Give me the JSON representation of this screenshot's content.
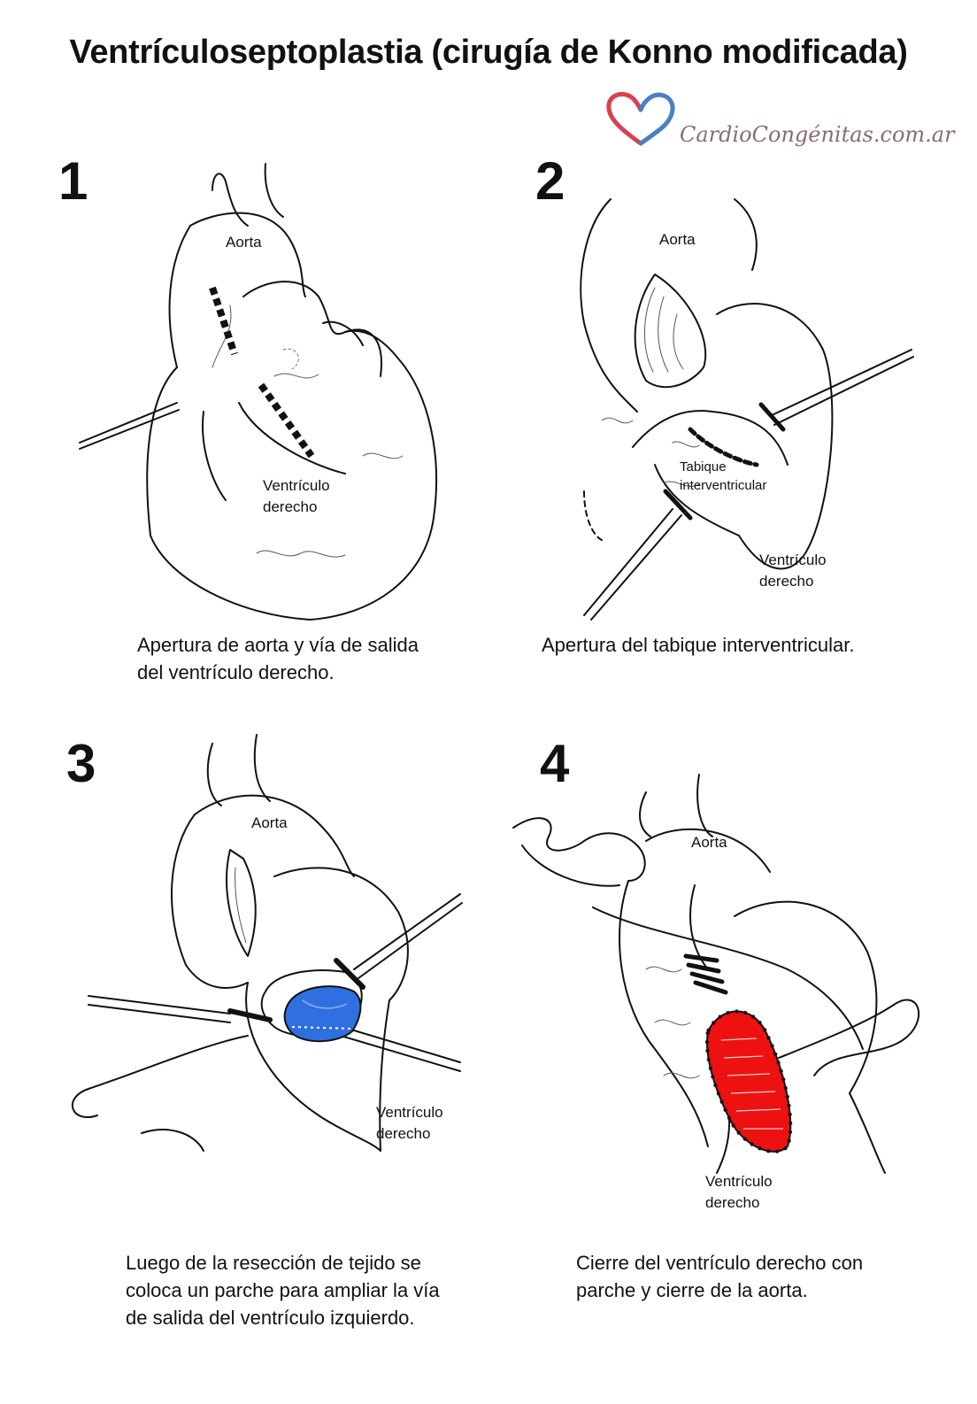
{
  "title": "Ventrículoseptoplastia (cirugía de Konno modificada)",
  "logo": {
    "text": "CardioCongénitas.com.ar"
  },
  "colors": {
    "heart_red": "#d9414f",
    "heart_blue": "#4a7fc4",
    "patch_blue": "#2f6fe0",
    "patch_red": "#ee1111",
    "ink": "#111111"
  },
  "panels": [
    {
      "number": "1",
      "labels": {
        "aorta": "Aorta",
        "ventricle_1": "Ventrículo",
        "ventricle_2": "derecho"
      },
      "caption_1": "Apertura de aorta y vía de salida",
      "caption_2": "del ventrículo derecho."
    },
    {
      "number": "2",
      "labels": {
        "aorta": "Aorta",
        "septum_1": "Tabique",
        "septum_2": "interventricular",
        "ventricle_1": "Ventrículo",
        "ventricle_2": "derecho"
      },
      "caption_1": "Apertura del tabique interventricular."
    },
    {
      "number": "3",
      "labels": {
        "aorta": "Aorta",
        "ventricle_1": "Ventrículo",
        "ventricle_2": "derecho"
      },
      "caption_1": "Luego de la resección de tejido se",
      "caption_2": "coloca un parche para ampliar la vía",
      "caption_3": "de salida del ventrículo izquierdo."
    },
    {
      "number": "4",
      "labels": {
        "aorta": "Aorta",
        "ventricle_1": "Ventrículo",
        "ventricle_2": "derecho"
      },
      "caption_1": "Cierre del ventrículo derecho con",
      "caption_2": "parche y cierre de la aorta."
    }
  ]
}
